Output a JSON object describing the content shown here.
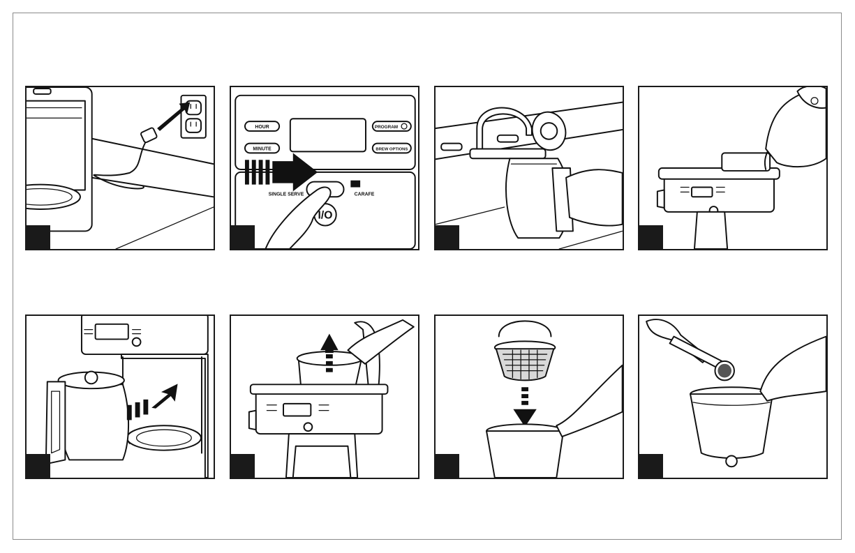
{
  "panels": [
    {
      "id": "plug-into-outlet",
      "icon": "power-plug-outlet-icon"
    },
    {
      "id": "select-carafe-mode",
      "icon": "control-panel-icon",
      "labels": {
        "hour": "HOUR",
        "minute": "MINUTE",
        "program": "PROGRAM",
        "brew_options": "BREW OPTIONS",
        "single_serve": "SINGLE SERVE",
        "carafe": "CARAFE",
        "power": "I/O"
      }
    },
    {
      "id": "fill-carafe-at-sink",
      "icon": "faucet-carafe-icon"
    },
    {
      "id": "pour-water-into-reservoir",
      "icon": "pour-water-icon"
    },
    {
      "id": "place-carafe-on-warming-plate",
      "icon": "carafe-insert-icon"
    },
    {
      "id": "remove-brew-basket",
      "icon": "lift-basket-icon"
    },
    {
      "id": "insert-permanent-filter",
      "icon": "insert-filter-icon"
    },
    {
      "id": "add-ground-coffee",
      "icon": "scoop-coffee-icon"
    }
  ],
  "colors": {
    "ink": "#111111",
    "frame": "#8a8a8a",
    "shade": "#d8d8d8"
  }
}
